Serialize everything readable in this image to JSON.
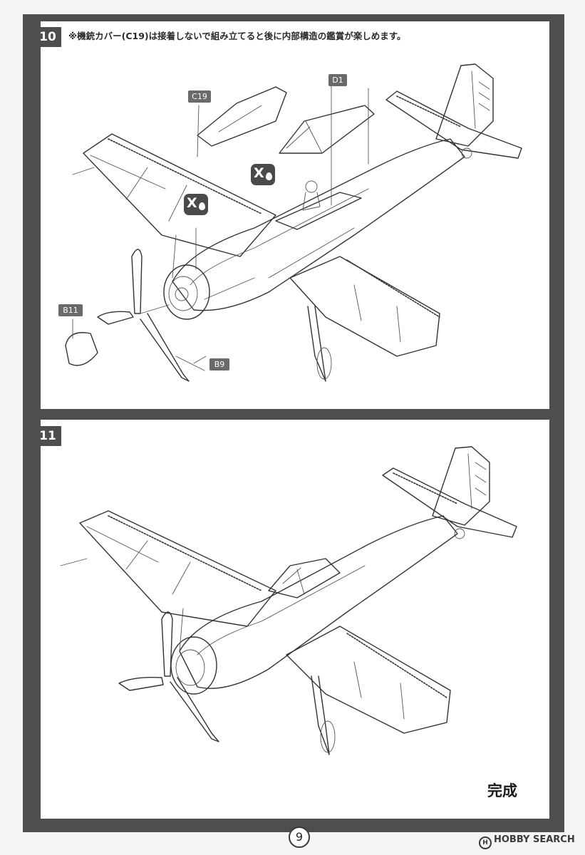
{
  "step10": {
    "number": "10",
    "note": "※機銃カバー(C19)は接着しないで組み立てると後に内部構造の鑑賞が楽しめます。",
    "parts": {
      "c19": "C19",
      "d1": "D1",
      "b11": "B11",
      "b9": "B9"
    },
    "symbol": "X"
  },
  "step11": {
    "number": "11",
    "completed_label": "完成"
  },
  "page_number": "9",
  "watermark": "HOBBY SEARCH",
  "colors": {
    "frame": "#4e4e4e",
    "tag": "#6a6a6a",
    "paper": "#ffffff"
  }
}
